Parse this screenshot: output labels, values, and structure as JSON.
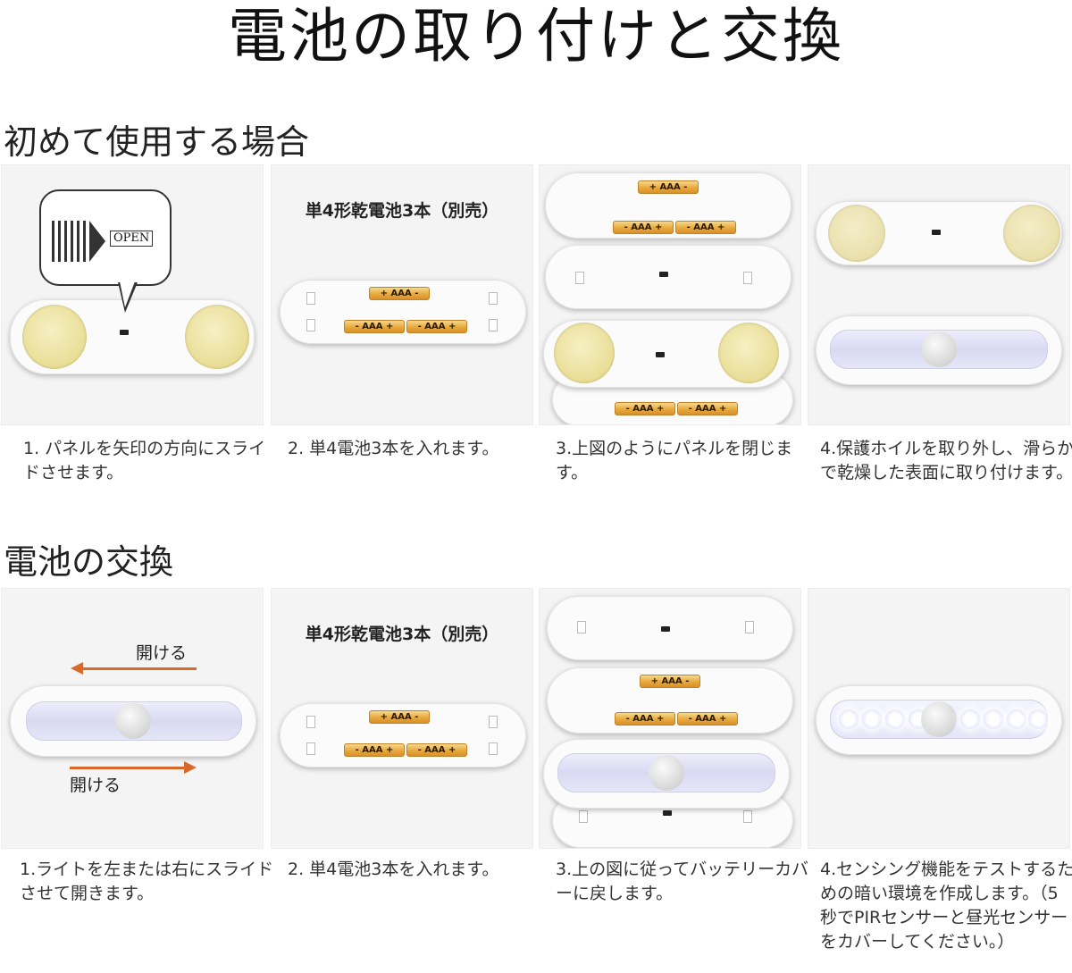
{
  "main_title": "電池の取り付けと交換",
  "section1": {
    "title": "初めて使用する場合",
    "panel1": {
      "open_tag": "OPEN",
      "caption": "1. パネルを矢印の方向にスライドさせます。"
    },
    "panel2": {
      "label": "単4形乾電池3本（別売）",
      "caption": "2. 単4電池3本を入れます。"
    },
    "panel3": {
      "caption": "3.上図のようにパネルを閉じます。"
    },
    "panel4": {
      "caption": "4.保護ホイルを取り外し、滑らかで乾燥した表面に取り付けます。"
    }
  },
  "section2": {
    "title": "電池の交換",
    "panel1": {
      "open_top": "開ける",
      "open_bottom": "開ける",
      "caption": "1.ライトを左または右にスライドさせて開きます。"
    },
    "panel2": {
      "label": "単4形乾電池3本（別売）",
      "caption": "2. 単4電池3本を入れます。"
    },
    "panel3": {
      "caption": "3.上の図に従ってバッテリーカバーに戻します。"
    },
    "panel4": {
      "caption": "4.センシング機能をテストするための暗い環境を作成します。（5秒でPIRセンサーと昼光センサーをカバーしてください。）"
    }
  },
  "battery_labels": {
    "single": "+ AAA -",
    "left": "- AAA +",
    "right": "- AAA +"
  },
  "colors": {
    "arrow": "#d9692a",
    "pad": "#e9dd95",
    "battery": "#e8a93c"
  }
}
